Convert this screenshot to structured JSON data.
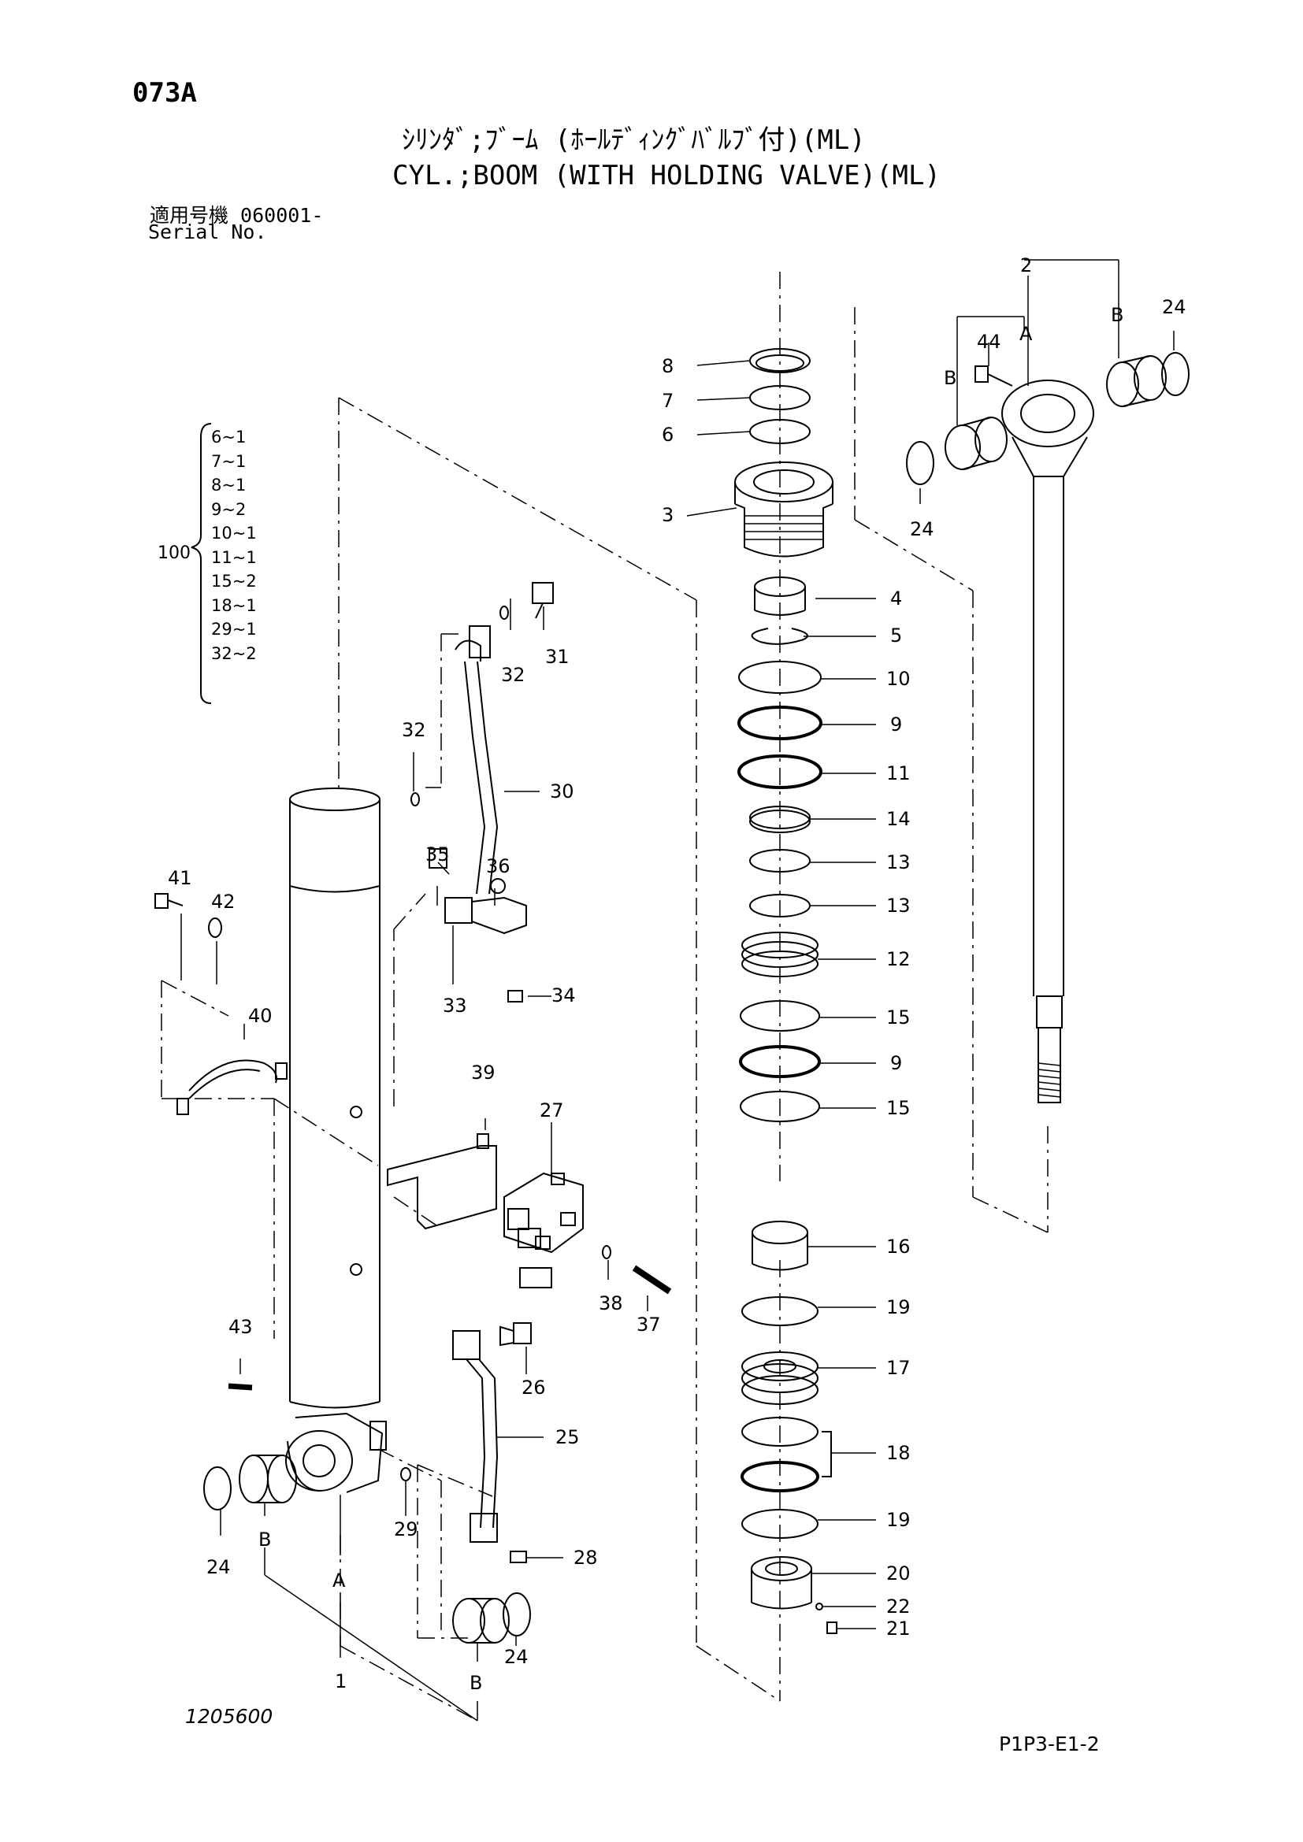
{
  "header": {
    "page_code": "073A",
    "title_jp": "ｼﾘﾝﾀﾞ;ﾌﾞｰﾑ (ﾎｰﾙﾃﾞｨﾝｸﾞﾊﾞﾙﾌﾞ付)(ML)",
    "title_en": "CYL.;BOOM (WITH HOLDING VALVE)(ML)",
    "serial_jp": "適用号機  060001-",
    "serial_en": "Serial No."
  },
  "footer": {
    "drawing_no": "1205600",
    "page_ref": "P1P3-E1-2"
  },
  "kit": {
    "label": "100",
    "items": [
      "6~1",
      "7~1",
      "8~1",
      "9~2",
      "10~1",
      "11~1",
      "15~2",
      "18~1",
      "29~1",
      "32~2"
    ]
  },
  "callouts": {
    "c1": "1",
    "c2": "2",
    "c3": "3",
    "c4": "4",
    "c5": "5",
    "c6": "6",
    "c7": "7",
    "c8": "8",
    "c9a": "9",
    "c9b": "9",
    "c10": "10",
    "c11": "11",
    "c12": "12",
    "c13a": "13",
    "c13b": "13",
    "c14": "14",
    "c15a": "15",
    "c15b": "15",
    "c16": "16",
    "c17": "17",
    "c18": "18",
    "c19a": "19",
    "c19b": "19",
    "c20": "20",
    "c21": "21",
    "c22": "22",
    "c24a": "24",
    "c24b": "24",
    "c24c": "24",
    "c24d": "24",
    "c25": "25",
    "c26": "26",
    "c27": "27",
    "c28": "28",
    "c29": "29",
    "c30": "30",
    "c31": "31",
    "c32a": "32",
    "c32b": "32",
    "c33": "33",
    "c34": "34",
    "c35": "35",
    "c36": "36",
    "c37": "37",
    "c38": "38",
    "c39": "39",
    "c40": "40",
    "c41": "41",
    "c42": "42",
    "c43": "43",
    "c44": "44",
    "ref_a1": "A",
    "ref_a2": "A",
    "ref_b1": "B",
    "ref_b2": "B",
    "ref_b3": "B",
    "ref_b4": "B"
  },
  "colors": {
    "ink": "#000000",
    "paper": "#ffffff"
  }
}
